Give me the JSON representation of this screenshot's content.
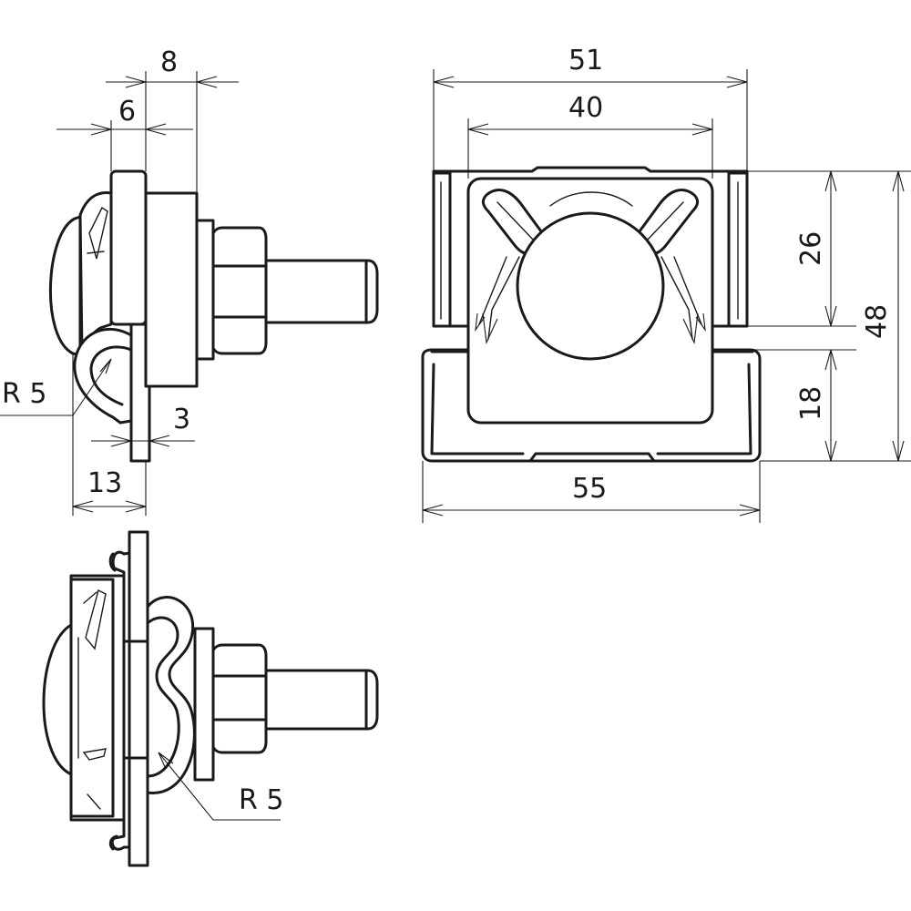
{
  "dimensions": {
    "side_width_8": "8",
    "side_width_6": "6",
    "side_thickness_3": "3",
    "side_depth_13": "13",
    "radius_top": "R 5",
    "radius_bottom": "R 5",
    "front_width_51": "51",
    "front_width_40": "40",
    "front_height_26": "26",
    "front_height_48": "48",
    "front_height_18": "18",
    "front_width_55": "55"
  }
}
